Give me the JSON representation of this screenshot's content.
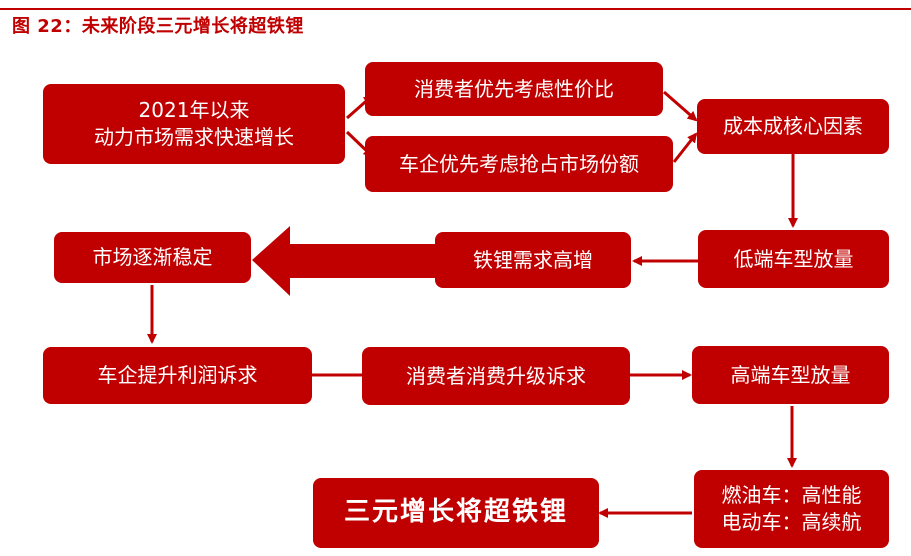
{
  "figure": {
    "title": "图 22：未来阶段三元增长将超铁锂"
  },
  "nodes": {
    "demand_growth": "2021年以来\n动力市场需求快速增长",
    "consumer_value": "消费者优先考虑性价比",
    "oem_share": "车企优先考虑抢占市场份额",
    "cost_core": "成本成核心因素",
    "low_end": "低端车型放量",
    "lfp_demand": "铁锂需求高增",
    "market_stable": "市场逐渐稳定",
    "oem_profit": "车企提升利润诉求",
    "consumer_upgrade": "消费者消费升级诉求",
    "high_end": "高端车型放量",
    "vehicle_types": "燃油车：高性能\n电动车：高续航",
    "conclusion": "三元增长将超铁锂"
  },
  "colors": {
    "box": "#c00000",
    "text": "#ffffff",
    "title": "#c00000"
  }
}
